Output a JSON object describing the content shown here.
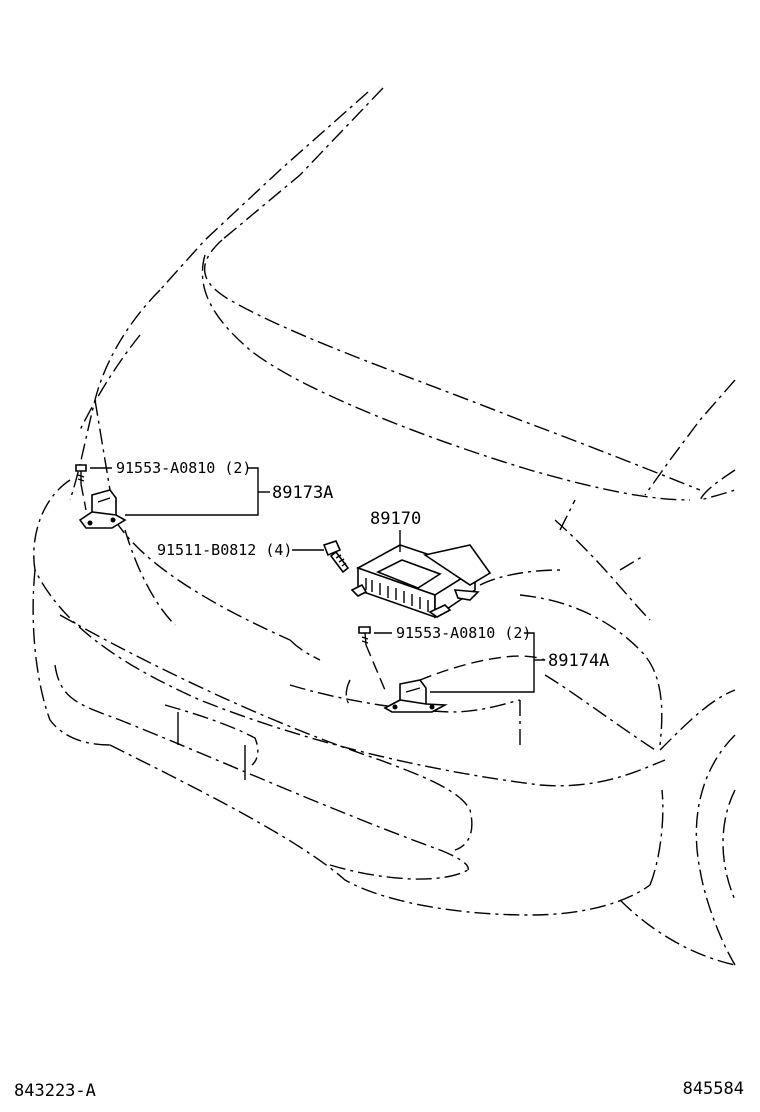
{
  "parts": {
    "bolt_upper": "91553-A0810 (2)",
    "sensor_left": "89173A",
    "ecu": "89170",
    "bolt_ecu": "91511-B0812 (4)",
    "bolt_lower": "91553-A0810 (2)",
    "sensor_right": "89174A"
  },
  "footer": {
    "left_ref": "843223-A",
    "right_ref": "845584"
  },
  "colors": {
    "ink": "#000000",
    "paper": "#ffffff"
  }
}
